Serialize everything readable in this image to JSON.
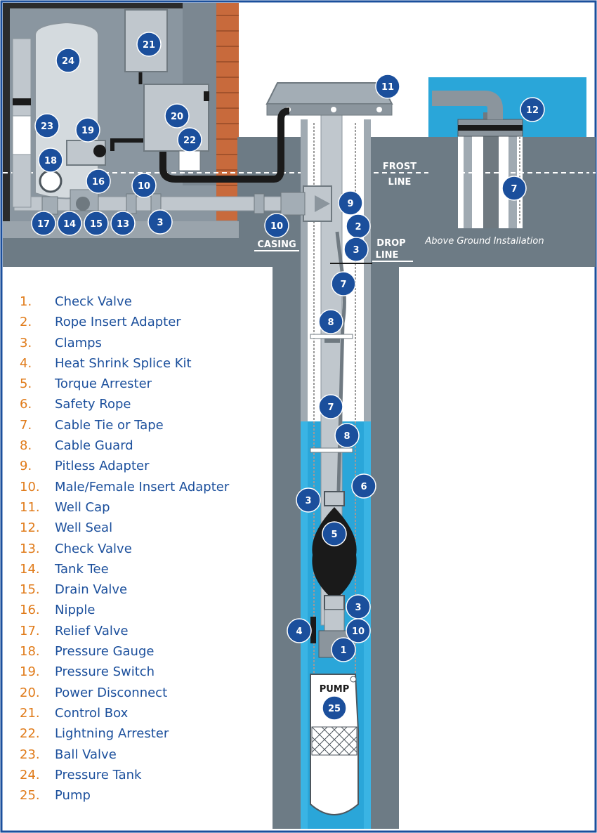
{
  "labels": {
    "frost_line": [
      "FROST",
      "LINE"
    ],
    "drop_line": [
      "DROP",
      "LINE"
    ],
    "casing": "CASING",
    "casing_number": "10",
    "above_ground": "Above Ground Installation",
    "pump": "PUMP"
  },
  "markers": {
    "m1": "1",
    "m2": "2",
    "m3a": "3",
    "m3b": "3",
    "m3c": "3",
    "m3d": "3",
    "m4": "4",
    "m5": "5",
    "m6": "6",
    "m7a": "7",
    "m7b": "7",
    "m7c": "7",
    "m8a": "8",
    "m8b": "8",
    "m9": "9",
    "m10a": "10",
    "m10b": "10",
    "m11": "11",
    "m12": "12",
    "m13": "13",
    "m14": "14",
    "m15": "15",
    "m16": "16",
    "m17": "17",
    "m18": "18",
    "m19": "19",
    "m20": "20",
    "m21": "21",
    "m22": "22",
    "m23": "23",
    "m24": "24",
    "m25": "25"
  },
  "legend": [
    {
      "num": "1.",
      "text": "Check Valve"
    },
    {
      "num": "2.",
      "text": "Rope Insert Adapter"
    },
    {
      "num": "3.",
      "text": "Clamps"
    },
    {
      "num": "4.",
      "text": "Heat Shrink Splice Kit"
    },
    {
      "num": "5.",
      "text": "Torque Arrester"
    },
    {
      "num": "6.",
      "text": "Safety Rope"
    },
    {
      "num": "7.",
      "text": "Cable Tie or Tape"
    },
    {
      "num": "8.",
      "text": "Cable Guard"
    },
    {
      "num": "9.",
      "text": "Pitless Adapter"
    },
    {
      "num": "10.",
      "text": "Male/Female Insert Adapter"
    },
    {
      "num": "11.",
      "text": "Well Cap"
    },
    {
      "num": "12.",
      "text": "Well Seal"
    },
    {
      "num": "13.",
      "text": "Check Valve"
    },
    {
      "num": "14.",
      "text": "Tank Tee"
    },
    {
      "num": "15.",
      "text": "Drain Valve"
    },
    {
      "num": "16.",
      "text": "Nipple"
    },
    {
      "num": "17.",
      "text": "Relief Valve"
    },
    {
      "num": "18.",
      "text": "Pressure Gauge"
    },
    {
      "num": "19.",
      "text": "Pressure Switch"
    },
    {
      "num": "20.",
      "text": "Power Disconnect"
    },
    {
      "num": "21.",
      "text": "Control Box"
    },
    {
      "num": "22.",
      "text": "Lightning Arrester"
    },
    {
      "num": "23.",
      "text": "Ball Valve"
    },
    {
      "num": "24.",
      "text": "Pressure Tank"
    },
    {
      "num": "25.",
      "text": "Pump"
    }
  ],
  "colors": {
    "marker": "#1b4f9c",
    "legend_number": "#e07b1a",
    "legend_text": "#1b4f9c",
    "ground": "#6d7b85",
    "water": "#2aa6d9",
    "brick": "#c86a3c"
  }
}
